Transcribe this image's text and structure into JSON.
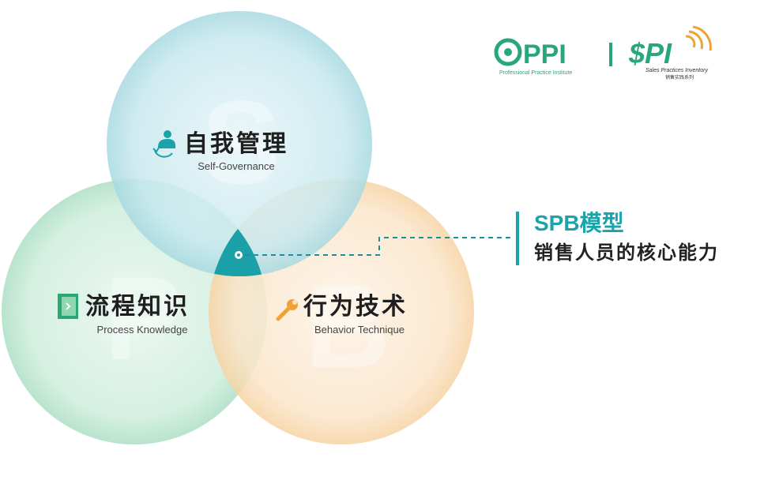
{
  "logo": {
    "ppi_text": "PPI",
    "ppi_subtitle": "Professional Practice Institute",
    "spi_text": "$PI",
    "spi_subtitle_en": "Sales Practices Inventory",
    "spi_subtitle_zh": "销售实践系列"
  },
  "circles": {
    "self_governance": {
      "letter": "S",
      "zh": "自我管理",
      "en": "Self-Governance"
    },
    "process_knowledge": {
      "letter": "P",
      "zh": "流程知识",
      "en": "Process Knowledge"
    },
    "behavior_technique": {
      "letter": "B",
      "zh": "行为技术",
      "en": "Behavior Technique"
    }
  },
  "callout": {
    "title": "SPB模型",
    "subtitle": "销售人员的核心能力"
  },
  "colors": {
    "teal": "#1aa3a8",
    "s_circle": "#bfe5ec",
    "p_circle": "#cdeedf",
    "b_circle": "#fbe2c2",
    "center": "#1aa0a6",
    "logo_green": "#29a77b",
    "logo_orange": "#f0a23a"
  }
}
